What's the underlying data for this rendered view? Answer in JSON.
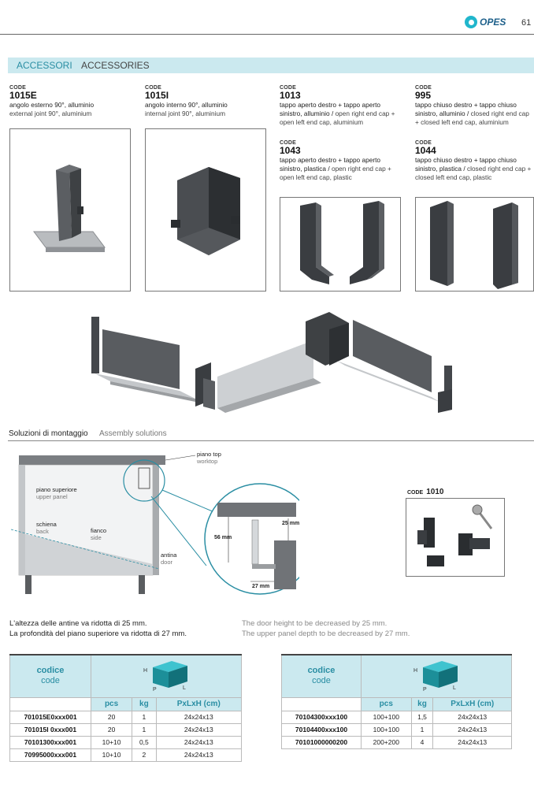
{
  "header": {
    "logo_text": "OPES",
    "page_number": "61"
  },
  "section": {
    "title_it": "ACCESSORI",
    "title_en": "ACCESSORIES"
  },
  "products": [
    {
      "label": "CODE",
      "code": "1015E",
      "desc_it": "angolo esterno 90°, alluminio",
      "desc_en": "external joint 90°, aluminium"
    },
    {
      "label": "CODE",
      "code": "1015I",
      "desc_it": "angolo interno 90°, alluminio",
      "desc_en": "internal joint 90°, aluminium"
    },
    {
      "label": "CODE",
      "code": "1013",
      "desc_it": "tappo aperto destro + tappo aperto sinistro, alluminio /",
      "desc_en": "open right end cap + open left end cap, aluminium"
    },
    {
      "label": "CODE",
      "code": "995",
      "desc_it": "tappo chiuso destro + tappo chiuso sinistro, alluminio /",
      "desc_en": "closed right end cap + closed left end cap, aluminium"
    },
    {
      "label": "CODE",
      "code": "1043",
      "desc_it": "tappo aperto destro + tappo aperto sinistro, plastica /",
      "desc_en": "open right end cap + open left end cap, plastic"
    },
    {
      "label": "CODE",
      "code": "1044",
      "desc_it": "tappo chiuso destro + tappo chiuso sinistro, plastica /",
      "desc_en": "closed right end cap + closed left end cap, plastic"
    }
  ],
  "assembly": {
    "title_it": "Soluzioni di montaggio",
    "title_en": "Assembly solutions",
    "labels": {
      "worktop_it": "piano top",
      "worktop_en": "worktop",
      "upper_it": "piano superiore",
      "upper_en": "upper panel",
      "back_it": "schiena",
      "back_en": "back",
      "side_it": "fianco",
      "side_en": "side",
      "door_it": "antina",
      "door_en": "door"
    },
    "dims": {
      "d56": "56 mm",
      "d25": "25 mm",
      "d27": "27 mm"
    },
    "code_label": "CODE",
    "code_value": "1010"
  },
  "notes": {
    "it_line1": "L'altezza delle antine va ridotta di 25 mm.",
    "it_line2": "La profondità del piano superiore va ridotta di 27 mm.",
    "en_line1": "The door height to be decreased by 25 mm.",
    "en_line2": "The upper panel depth to be decreased by 27 mm."
  },
  "box_labels": {
    "h": "H",
    "p": "P",
    "l": "L"
  },
  "table1": {
    "codice": "codice",
    "code": "code",
    "cols": [
      "pcs",
      "kg",
      "PxLxH (cm)"
    ],
    "rows": [
      [
        "701015E0xxx001",
        "20",
        "1",
        "24x24x13"
      ],
      [
        "701015I 0xxx001",
        "20",
        "1",
        "24x24x13"
      ],
      [
        "70101300xxx001",
        "10+10",
        "0,5",
        "24x24x13"
      ],
      [
        "70995000xxx001",
        "10+10",
        "2",
        "24x24x13"
      ]
    ]
  },
  "table2": {
    "codice": "codice",
    "code": "code",
    "cols": [
      "pcs",
      "kg",
      "PxLxH (cm)"
    ],
    "rows": [
      [
        "70104300xxx100",
        "100+100",
        "1,5",
        "24x24x13"
      ],
      [
        "70104400xxx100",
        "100+100",
        "1",
        "24x24x13"
      ],
      [
        "70101000000200",
        "200+200",
        "4",
        "24x24x13"
      ]
    ]
  }
}
